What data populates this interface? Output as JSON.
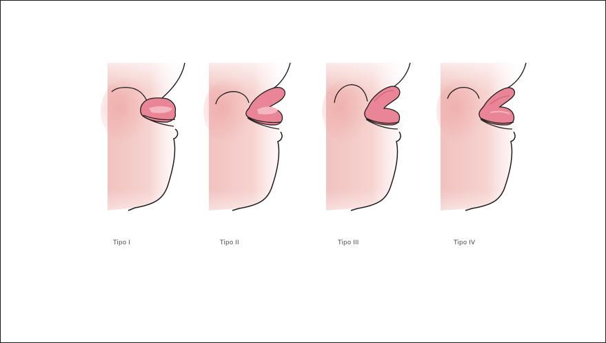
{
  "figure": {
    "types": [
      {
        "label": "Tipo I"
      },
      {
        "label": "Tipo II"
      },
      {
        "label": "Tipo III"
      },
      {
        "label": "Tipo IV"
      }
    ],
    "colors": {
      "skin_light": "#fbe6e4",
      "skin_mid": "#f3c6c3",
      "skin_dark": "#eaa9a6",
      "tongue": "#e98596",
      "tongue_light": "#f4b6bf",
      "teeth": "#fbe9ea",
      "outline": "#1c1c1c"
    }
  }
}
